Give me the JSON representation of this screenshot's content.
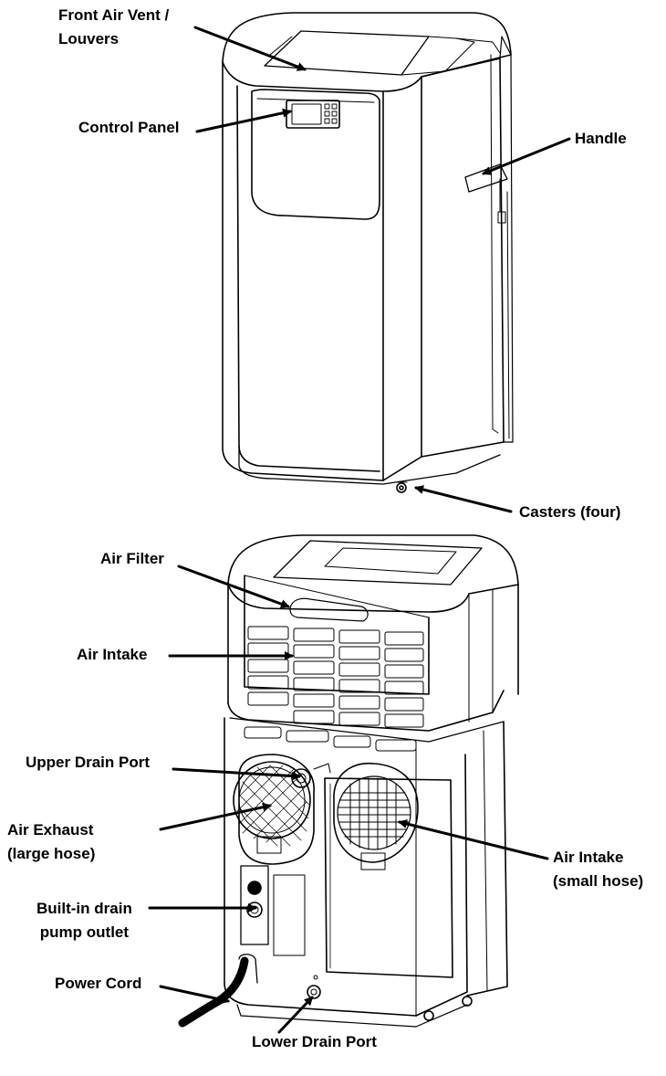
{
  "labels": {
    "front_air_vent": [
      "Front Air Vent /",
      "Louvers"
    ],
    "control_panel": "Control Panel",
    "handle": "Handle",
    "casters": "Casters (four)",
    "air_filter": "Air Filter",
    "air_intake": "Air Intake",
    "upper_drain_port": "Upper Drain Port",
    "air_exhaust": [
      "Air Exhaust",
      "(large hose)"
    ],
    "builtin_drain_pump": [
      "Built-in drain",
      "pump outlet"
    ],
    "power_cord": "Power Cord",
    "lower_drain_port": "Lower Drain Port",
    "air_intake_small": [
      "Air Intake",
      "(small hose)"
    ]
  },
  "colors": {
    "line": "#000000",
    "background": "#ffffff"
  }
}
